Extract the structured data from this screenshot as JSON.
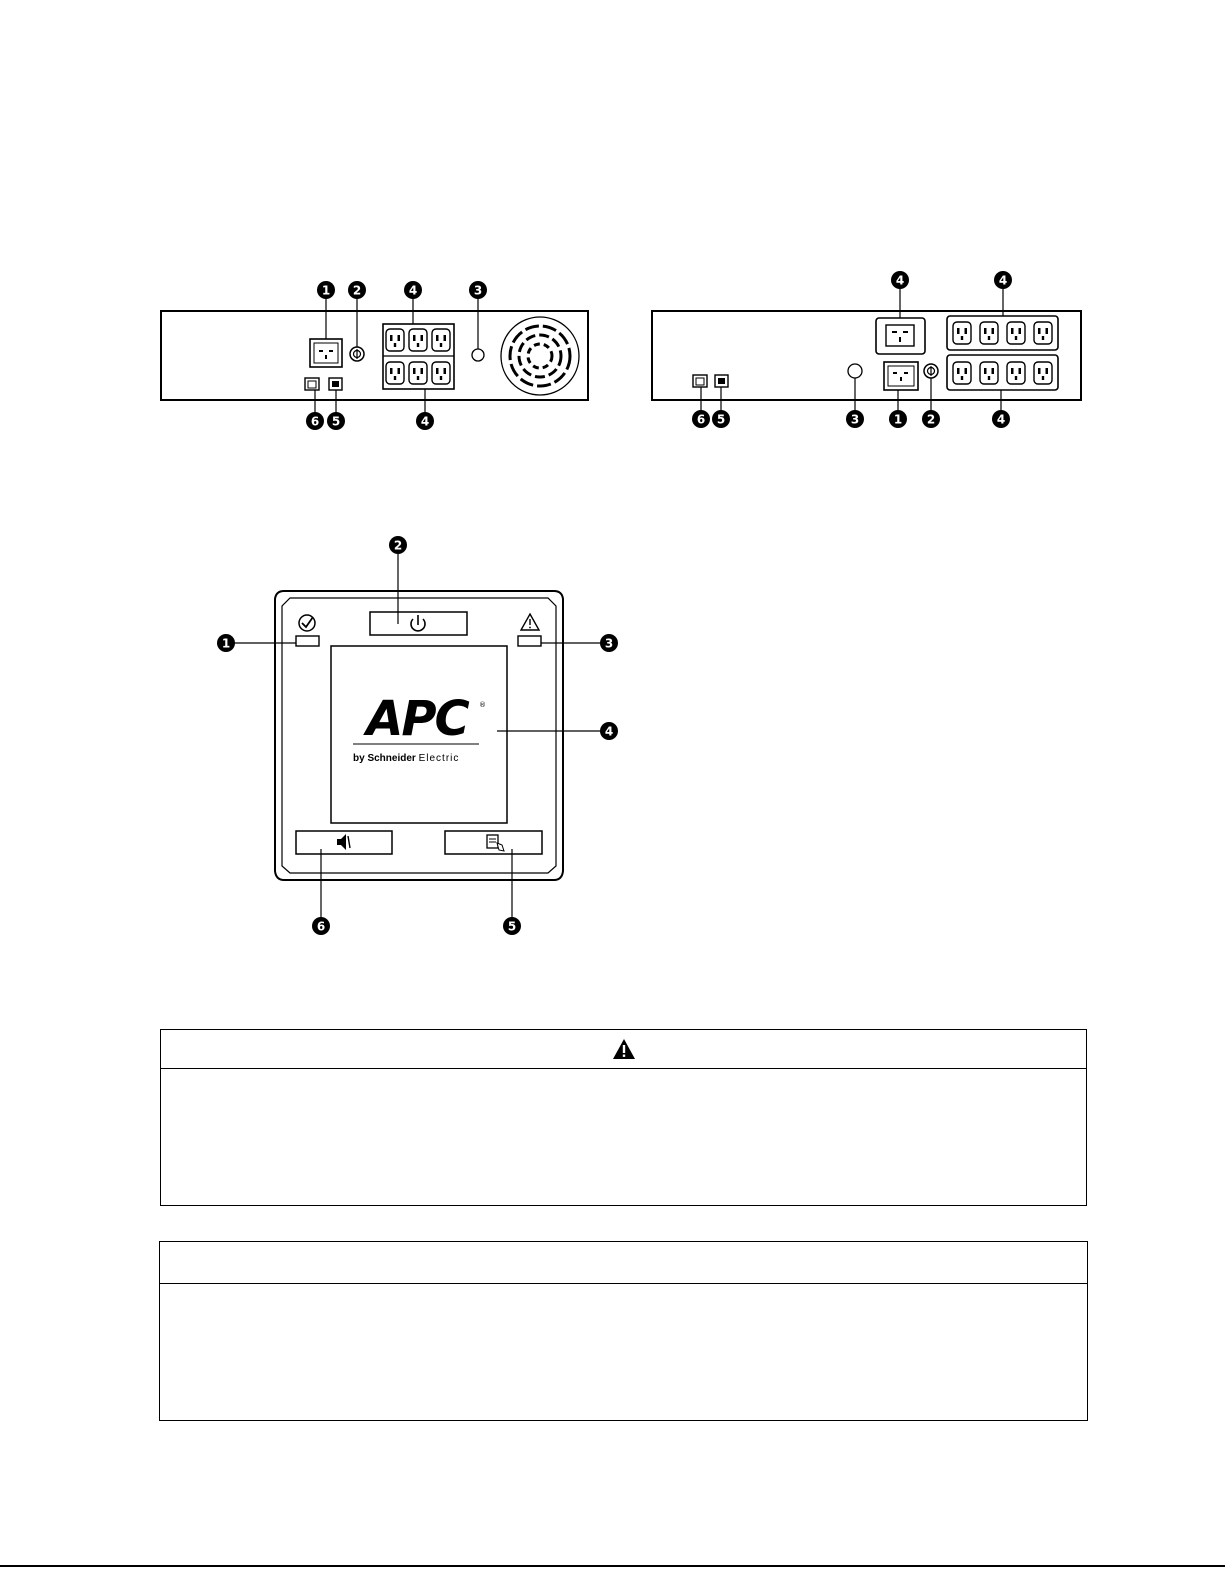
{
  "figure_rear_panel_a": {
    "callouts": [
      "1",
      "2",
      "4",
      "3",
      "6",
      "5",
      "4"
    ]
  },
  "figure_rear_panel_b": {
    "callouts": [
      "4",
      "4",
      "6",
      "5",
      "3",
      "1",
      "2",
      "4"
    ]
  },
  "figure_front_panel": {
    "callouts": [
      "2",
      "1",
      "3",
      "4",
      "6",
      "5"
    ],
    "logo": {
      "brand": "APC",
      "registered_mark": "®",
      "byline_prefix": "by",
      "byline_company": "Schneider",
      "byline_suffix": "Electric"
    }
  },
  "warning_box": {
    "icon": "warning-triangle-icon"
  },
  "notice_box": {}
}
